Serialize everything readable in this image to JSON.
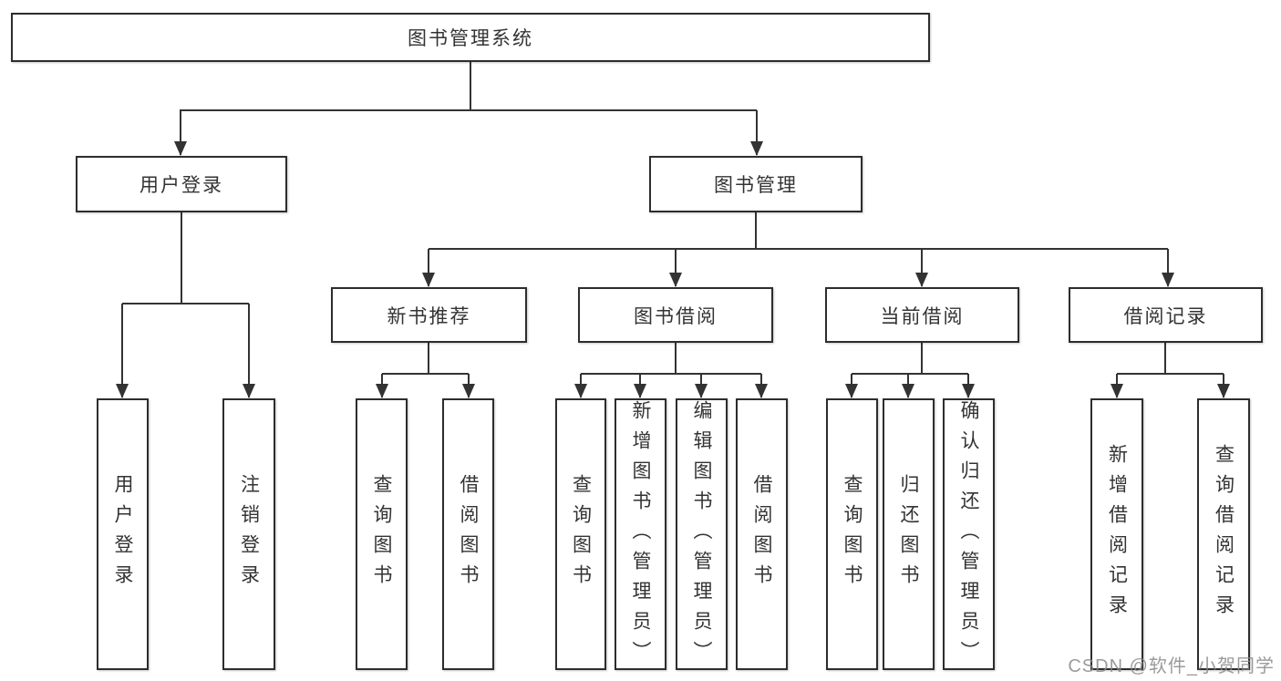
{
  "tree": {
    "label": "图书管理系统",
    "children": [
      {
        "label": "用户登录",
        "children": [
          {
            "label": "用户登录"
          },
          {
            "label": "注销登录"
          }
        ]
      },
      {
        "label": "图书管理",
        "children": [
          {
            "label": "新书推荐",
            "children": [
              {
                "label": "查询图书"
              },
              {
                "label": "借阅图书"
              }
            ]
          },
          {
            "label": "图书借阅",
            "children": [
              {
                "label": "查询图书"
              },
              {
                "label": "新增图书（管理员）"
              },
              {
                "label": "编辑图书（管理员）"
              },
              {
                "label": "借阅图书"
              }
            ]
          },
          {
            "label": "当前借阅",
            "children": [
              {
                "label": "查询图书"
              },
              {
                "label": "归还图书"
              },
              {
                "label": "确认归还（管理员）"
              }
            ]
          },
          {
            "label": "借阅记录",
            "children": [
              {
                "label": "新增借阅记录"
              },
              {
                "label": "查询借阅记录"
              }
            ]
          }
        ]
      }
    ]
  },
  "watermark": "CSDN @软件_小贺同学",
  "colors": {
    "line": "#333333",
    "box_border": "#2d2d2d",
    "box_fill": "#ffffff",
    "text": "#333333",
    "watermark": "#8a8a8a",
    "background": "#ffffff"
  }
}
